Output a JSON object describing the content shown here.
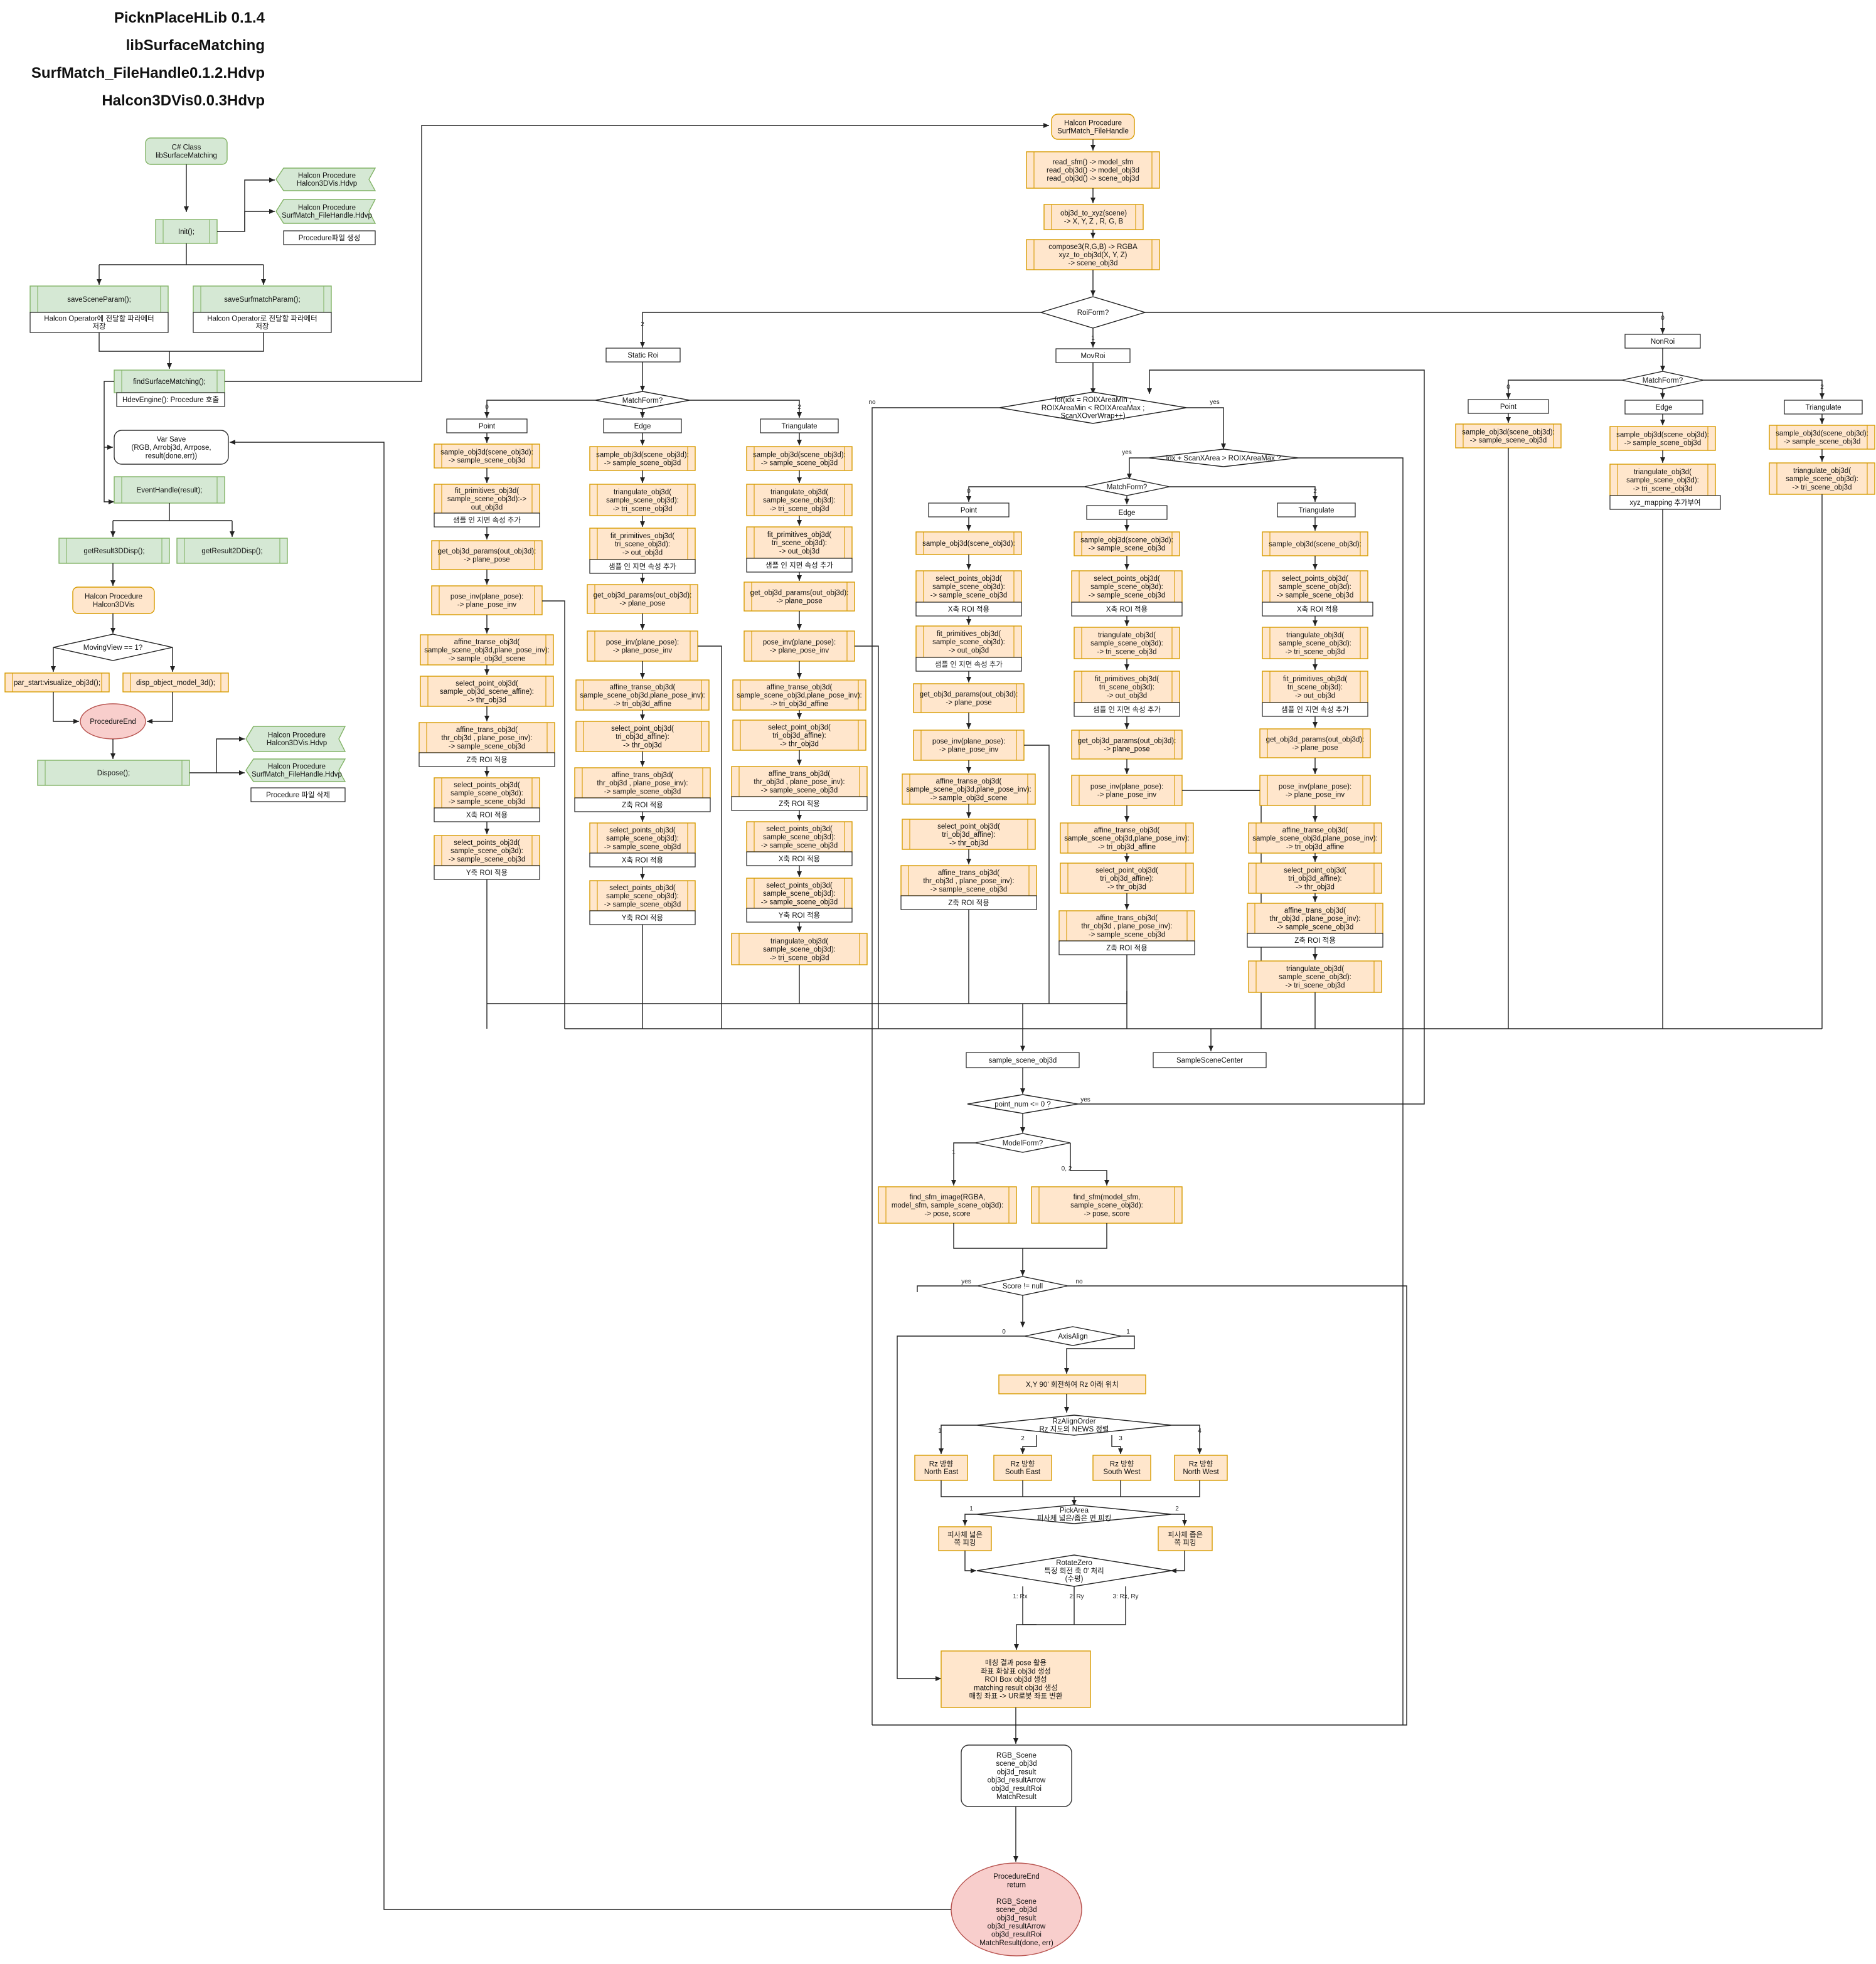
{
  "header": {
    "lines": [
      "PicknPlaceHLib 0.1.4",
      "libSurfaceMatching",
      "SurfMatch_FileHandle0.1.2.Hdvp",
      "Halcon3DVis0.0.3Hdvp"
    ]
  },
  "colors": {
    "green_fill": "#d5e8d4",
    "green_stroke": "#82b366",
    "orange_fill": "#ffe6cc",
    "orange_stroke": "#d79b00",
    "red_fill": "#f8cecc",
    "red_stroke": "#b85450",
    "line": "#222222"
  },
  "nodes": {
    "cs_class": "C# Class\nlibSurfaceMatching",
    "hp_vis_a": "Halcon Procedure\nHalcon3DVis.Hdvp",
    "hp_fh_a": "Halcon Procedure\nSurfMatch_FileHandle.Hdvp",
    "init": "Init();",
    "proc_create": "Procedure파일 생성",
    "save_scene": "saveSceneParam();",
    "save_scene_note": "Halcon Operator에 전달할 파라메터\n저장",
    "save_surf": "saveSurfmatchParam();",
    "save_surf_note": "Halcon Operator로 전달할 파라메터\n저장",
    "find_surf": "findSurfaceMatching();",
    "hdev": "HdevEngine(): Procedure 호출",
    "var_save": "Var Save\n(RGB, Arrobj3d, Arrpose,\nresult(done,err))",
    "event_handle": "EventHandle(result);",
    "get3d": "getResult3DDisp();",
    "get2d": "getResult2DDisp();",
    "hp_vis_b": "Halcon Procedure\nHalcon3DVis",
    "moving_view": "MovingView == 1?",
    "par_start": "par_start:visualize_obj3d();",
    "disp_obj": "disp_object_model_3d();",
    "proc_end_small": "ProcedureEnd",
    "dispose": "Dispose();",
    "hp_vis_c": "Halcon Procedure\nHalcon3DVis.Hdvp",
    "hp_fh_c": "Halcon Procedure\nSurfMatch_FileHandle.Hdvp",
    "proc_delete": "Procedure 파일 삭제",
    "hp_fh_top": "Halcon Procedure\nSurfMatch_FileHandle",
    "read_sfm": "read_sfm() -> model_sfm\nread_obj3d() -> model_obj3d\nread_obj3d() -> scene_obj3d",
    "obj_to_xyz": "obj3d_to_xyz(scene)\n-> X, Y, Z , R, G, B",
    "compose": "compose3(R,G,B) -> RGBA\nxyz_to_obj3d(X, Y, Z)\n-> scene_obj3d",
    "roi_form": "RoiForm?",
    "static_roi": "Static Roi",
    "mov_roi": "MovRoi",
    "non_roi": "NonRoi",
    "mf_static": "MatchForm?",
    "mf_nonroi": "MatchForm?",
    "mf_mov": "MatchForm?",
    "point": "Point",
    "edge": "Edge",
    "triangulate": "Triangulate",
    "s_sample": "sample_obj3d(scene_obj3d):\n-> sample_scene_obj3d",
    "s_sample_nl": "sample_obj3d(scene_obj3d):\n-> sample_scene_obj3d",
    "s_fit_p": "fit_primitives_obj3d(\nsample_scene_obj3d):->\nout_obj3d",
    "note_sample_attr": "샘플 인 지면 속성 추가",
    "s_getparams": "get_obj3d_params(out_obj3d):\n-> plane_pose",
    "s_poseinv": "pose_inv(plane_pose):\n-> plane_pose_inv",
    "s_aff_transe": "affine_transe_obj3d(\nsample_scene_obj3d,plane_pose_inv):\n-> sample_obj3d_scene",
    "s_selpoint_p": "select_point_obj3d(\nsample_obj3d_scene_affine):\n-> thr_obj3d",
    "s_afftrans_p": "affine_trans_obj3d(\nthr_obj3d , plane_pose_inv):\n-> sample_scene_obj3d",
    "note_z": "Z축 ROI 적용",
    "s_selpoints": "select_points_obj3d(\nsample_scene_obj3d):\n-> sample_scene_obj3d",
    "note_x": "X축 ROI 적용",
    "note_y": "Y축 ROI 적용",
    "s_tri": "triangulate_obj3d(\nsample_scene_obj3d):\n-> tri_scene_obj3d",
    "s_fit_tri": "fit_primitives_obj3d(\ntri_scene_obj3d):\n-> out_obj3d",
    "note_samplefield": "샘플 인 지면 속성 추가",
    "s_poseinv2": "pose_inv(plane_pose):\n-> plane_pose_inv",
    "s_aff_transe_tri": "affine_transe_obj3d(\nsample_scene_obj3d,plane_pose_inv):\n-> tri_obj3d_affine",
    "s_selpoint_tri": "select_point_obj3d(\ntri_obj3d_affine):\n-> thr_obj3d",
    "s_afftrans_tri": "affine_trans_obj3d(\nthr_obj3d , plane_pose_inv):\n-> sample_scene_obj3d",
    "s_selpoints_sc": "select_points_obj3d(\nsample_scene_obj3d):\n-> sample_scene_obj3d",
    "s_tri_end": "triangulate_obj3d(\nsample_scene_obj3d):\n-> tri_scene_obj3d",
    "for_loop": "for(idx = ROIXAreaMin ;\nROIXAreaMin < ROIXAreaMax ;\nScanXOverWrap++)",
    "idx_cond": "idx + ScanXArea > ROIXAreaMax ?",
    "m_sample": "sample_obj3d(scene_obj3d):",
    "m_selpoints": "select_points_obj3d(\nsample_scene_obj3d):\n-> sample_scene_obj3d",
    "m_selpoints_w": "select_points_obj3d(\nsample_scene_obj3d):\n-> sample_scene_obj3d",
    "m_fit": "fit_primitives_obj3d(\nsample_scene_obj3d):\n-> out_obj3d",
    "m_tri": "triangulate_obj3d(\nsample_scene_obj3d):\n-> tri_scene_obj3d",
    "m_fit_tri": "fit_primitives_obj3d(\ntri_scene_obj3d):\n-> out_obj3d",
    "m_getparams": "get_obj3d_params(out_obj3d):\n-> plane_pose",
    "m_poseinv": "pose_inv(plane_pose):\n-> plane_pose_inv",
    "m_aff_transe": "affine_transe_obj3d(\nsample_scene_obj3d,plane_pose_inv):\n-> tri_obj3d_affine",
    "m_selpoint": "select_point_obj3d(\ntri_obj3d_affine):\n-> thr_obj3d",
    "m_afftrans": "affine_trans_obj3d(\nthr_obj3d , plane_pose_inv):\n-> sample_scene_obj3d",
    "m_tri_end": "triangulate_obj3d(\nsample_scene_obj3d):\n-> tri_scene_obj3d",
    "n_sample": "sample_obj3d(scene_obj3d):\n-> sample_scene_obj3d",
    "n_tri": "triangulate_obj3d(\nsample_scene_obj3d):\n-> tri_scene_obj3d",
    "n_xyz": "xyz_mapping 추가부여",
    "sample_scene_obj3d": "sample_scene_obj3d",
    "sample_scene_center": "SampleSceneCenter",
    "point_num": "point_num <= 0 ?",
    "model_form": "ModelForm?",
    "find_image": "find_sfm_image(RGBA,\nmodel_sfm, sample_scene_obj3d):\n-> pose, score",
    "find_sfm": "find_sfm(model_sfm,\nsample_scene_obj3d):\n-> pose, score",
    "score": "Score != null",
    "axis_align": "AxisAlign",
    "rotate_xy": "X,Y 90' 회전하여 Rz 아래 위치",
    "rz_order": "RzAlignOrder\nRz 지도의 NEWS 정렬",
    "rz_ne": "Rz 방향\nNorth East",
    "rz_se": "Rz 방향\nSouth East",
    "rz_sw": "Rz 방향\nSouth West",
    "rz_nw": "Rz 방향\nNorth West",
    "pick_area": "PickArea\n피사체 넓은/좁은 면 피킹",
    "pick_wide": "피사체 넓은\n쪽 피킹",
    "pick_narrow": "피사체 좁은\n쪽 피킹",
    "rotate_zero": "RotateZero\n특정 회전 축 0' 처리\n(수평)",
    "result_box": "매칭 결과 pose 활용\n좌표 화살표 obj3d 생성\nROI Box obj3d 생성\nmatching result obj3d 생성\n매칭 좌표 -> UR로봇 좌표 변환",
    "output_vars": "RGB_Scene\nscene_obj3d\nobj3d_result\nobj3d_resultArrow\nobj3d_resultRoi\nMatchResult",
    "proc_end_big": "ProcedureEnd\nreturn\n\nRGB_Scene\nscene_obj3d\nobj3d_result\nobj3d_resultArrow\nobj3d_resultRoi\nMatchResult(done, err)"
  },
  "edge_labels": {
    "zero": "0",
    "one": "1",
    "two": "2",
    "three": "3",
    "four": "4",
    "yes": "yes",
    "no": "no",
    "zero_two": "0, 2",
    "rx": "1: Rx",
    "ry": "2: Ry",
    "rxry": "3: Rx, Ry"
  }
}
